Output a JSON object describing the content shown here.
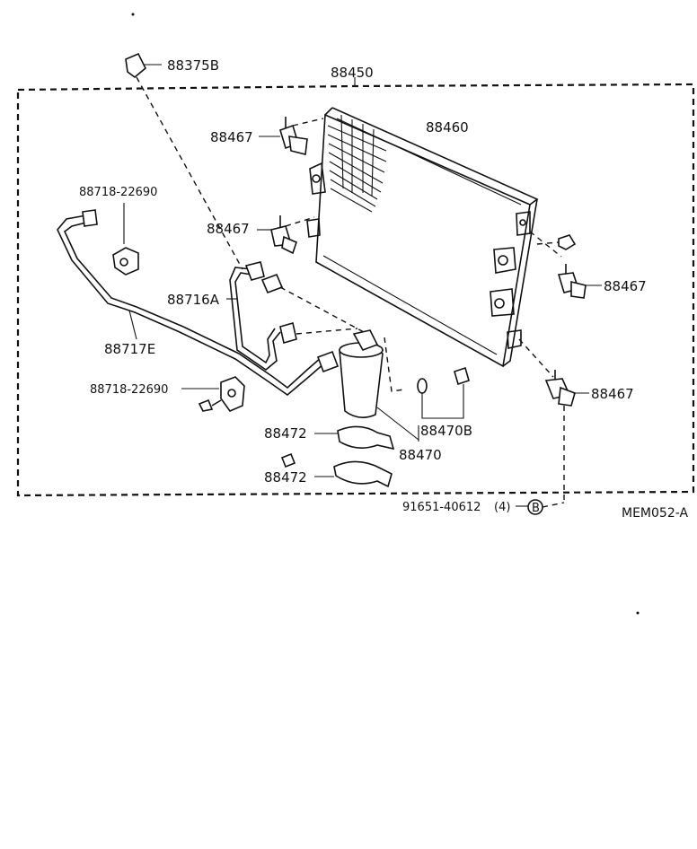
{
  "labels": {
    "assembly": "88450",
    "condenser": "88460",
    "cap": "88375B",
    "bracket_upper_left": "88467",
    "bracket_mid_left": "88467",
    "bracket_right_upper": "88467",
    "bracket_right_lower": "88467",
    "clamp_upper": "88718-22690",
    "clamp_lower": "88718-22690",
    "tube_a": "88716A",
    "tube_e": "88717E",
    "receiver": "88470",
    "receiver_part": "88470B",
    "band_upper": "88472",
    "band_lower": "88472",
    "bolt_code": "91651-40612",
    "bolt_qty": "(4)",
    "bolt_ref": "B",
    "drawing_code": "MEM052-A"
  }
}
